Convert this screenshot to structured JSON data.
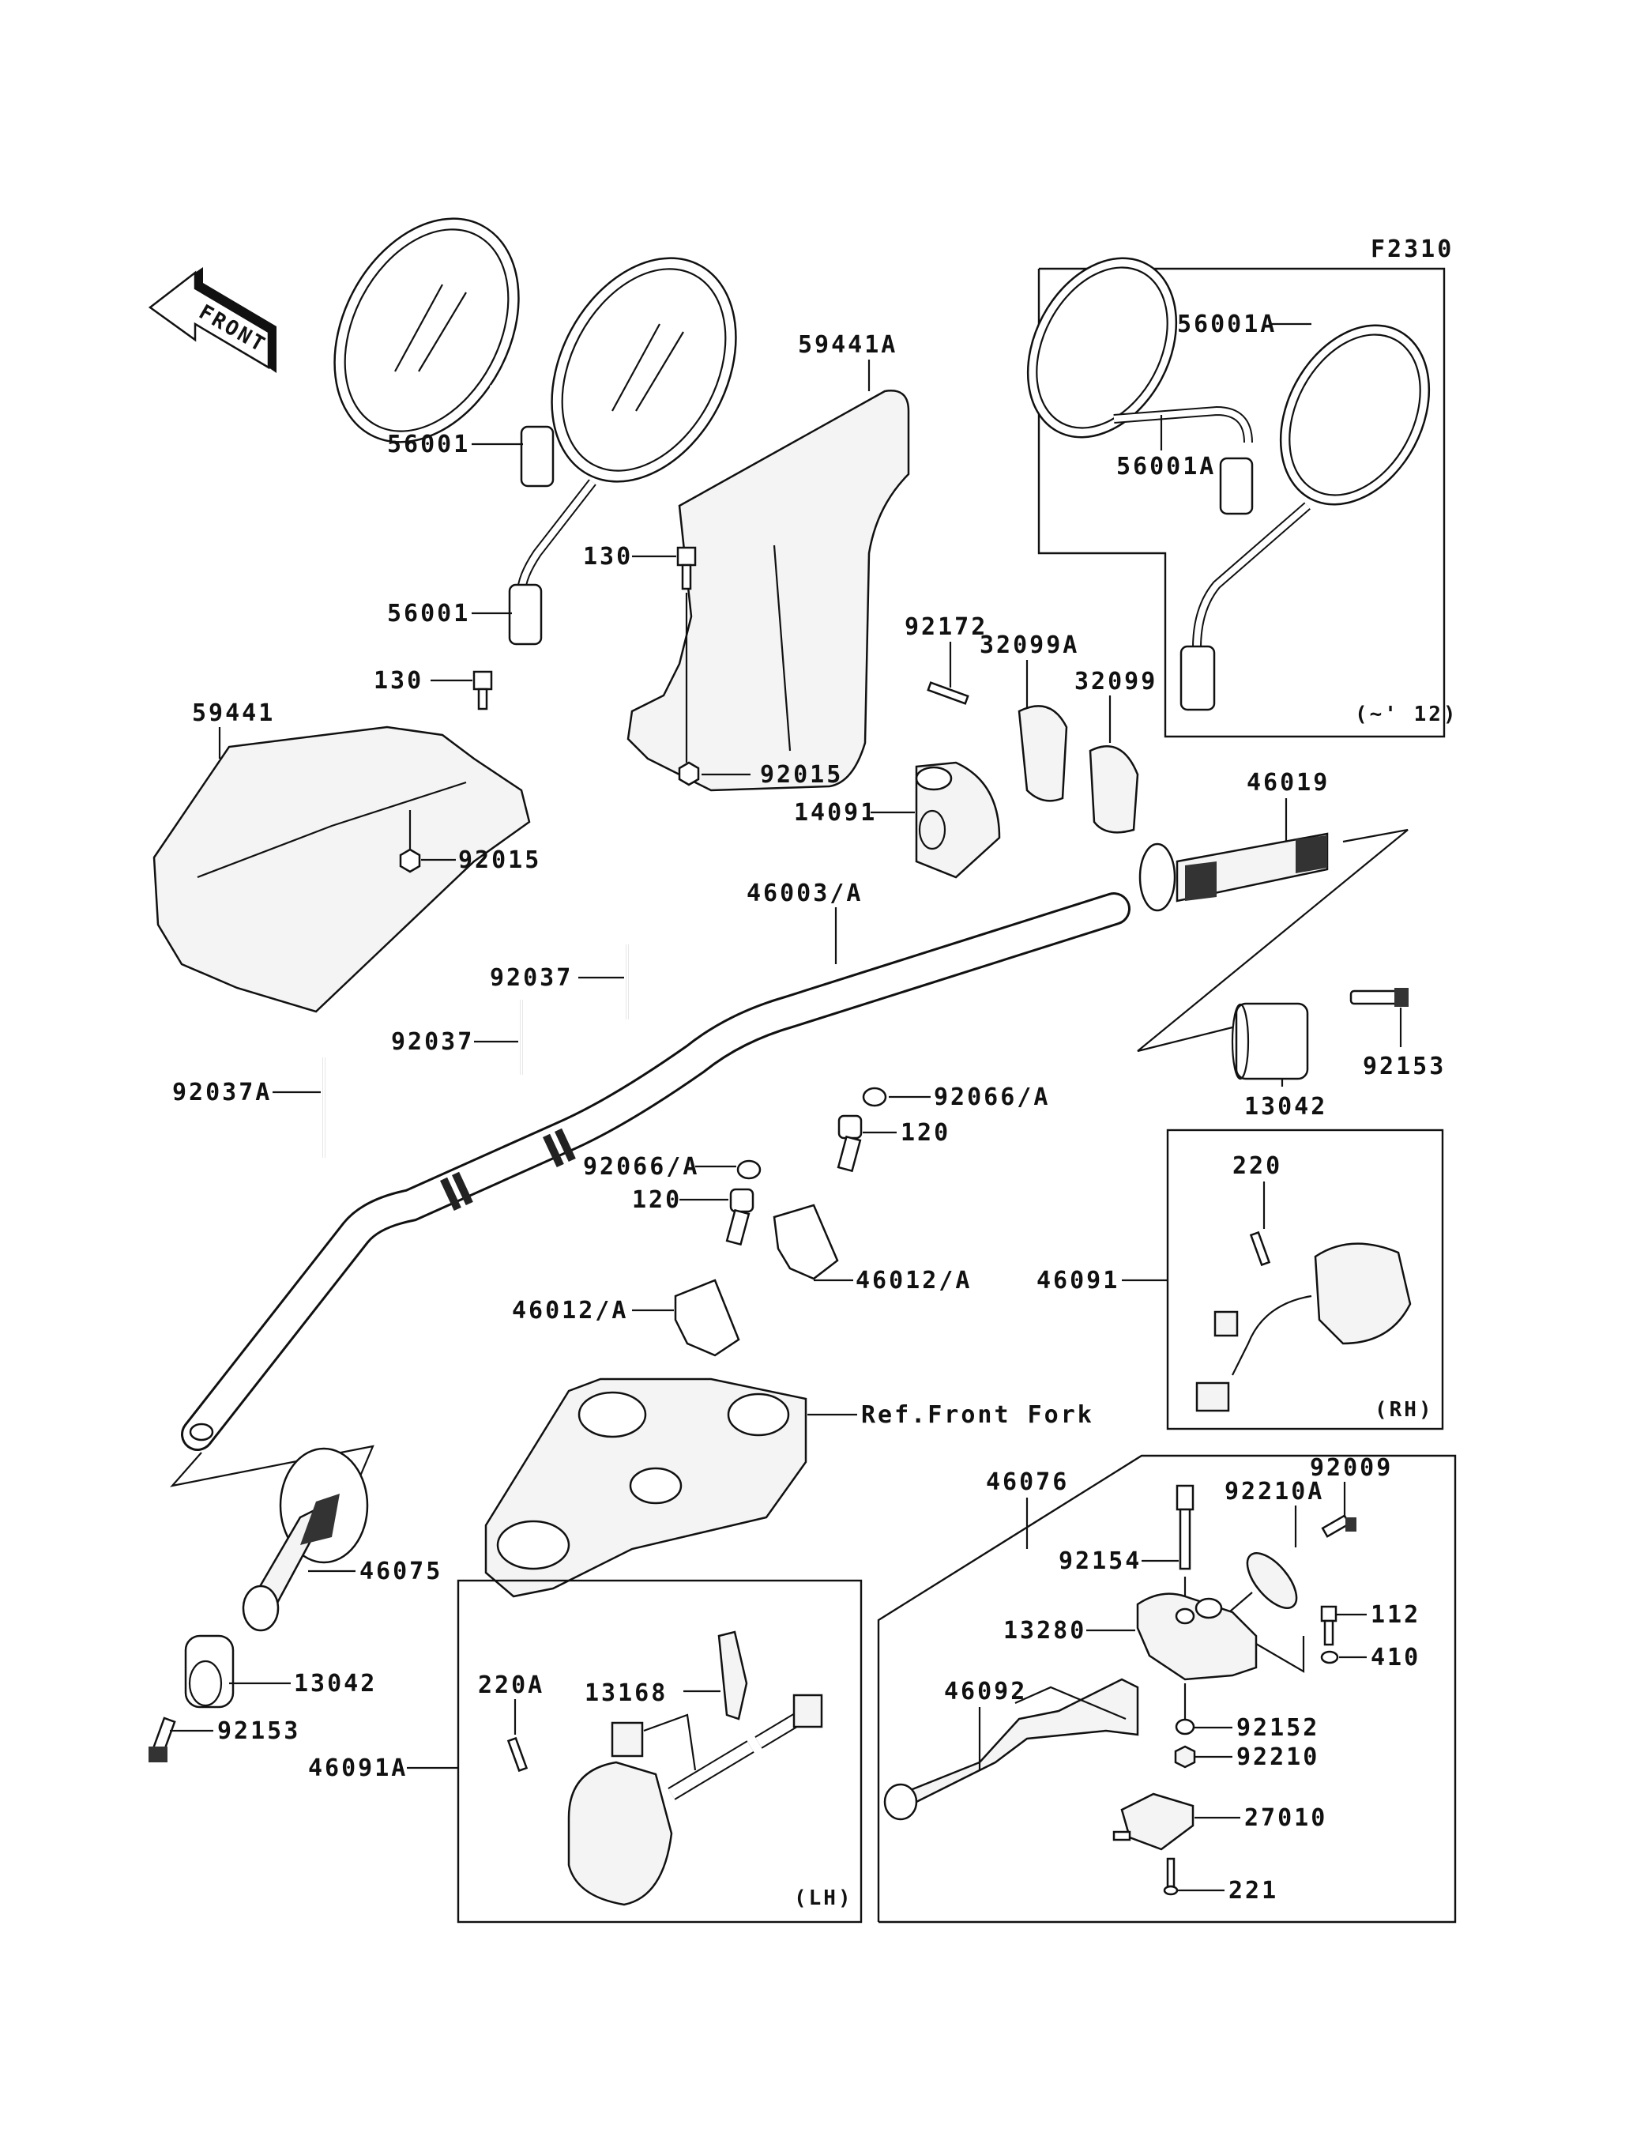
{
  "figure_code": "F2310",
  "direction_marker": "FRONT",
  "variant_boxes": {
    "mirror_variant_note": "(~' 12)",
    "right_switch_note": "(RH)",
    "left_switch_note": "(LH)"
  },
  "labels": {
    "mirror_left_upper": "56001",
    "mirror_left_lower": "56001",
    "mirror_variant_upper": "56001A",
    "mirror_variant_lower": "56001A",
    "handguard_right": "59441A",
    "handguard_left": "59441",
    "bolt_right_guard": "130",
    "bolt_left_guard": "130",
    "nut_right_guard": "92015",
    "nut_left_guard": "92015",
    "screw_throttle": "92172",
    "throttle_housing_upper": "32099A",
    "throttle_housing_lower": "32099",
    "throttle_cover": "14091",
    "throttle_grip": "46019",
    "handlebar": "46003/A",
    "band_1": "92037",
    "band_2": "92037",
    "band_3": "92037A",
    "bar_end_right": "13042",
    "bar_end_screw_right": "92153",
    "cap_right": "92066/A",
    "cap_left": "92066/A",
    "bolt_clamp_right": "120",
    "bolt_clamp_left": "120",
    "clamp_right": "46012/A",
    "clamp_left": "46012/A",
    "front_fork_ref": "Ref.Front Fork",
    "screw_switch_rh": "220",
    "switch_rh": "46091",
    "left_grip": "46075",
    "bar_end_left": "13042",
    "bar_end_screw_left": "92153",
    "screw_switch_lh": "220A",
    "switch_holder": "13168",
    "switch_lh": "46091A",
    "lever_assembly": "46076",
    "adjuster_screw": "92009",
    "adjuster_dial": "92210A",
    "pivot_bolt": "92154",
    "bolt_112": "112",
    "washer_410": "410",
    "lever_holder": "13280",
    "lever": "46092",
    "collar": "92152",
    "nut_92210": "92210",
    "stop_switch": "27010",
    "screw_221": "221"
  }
}
